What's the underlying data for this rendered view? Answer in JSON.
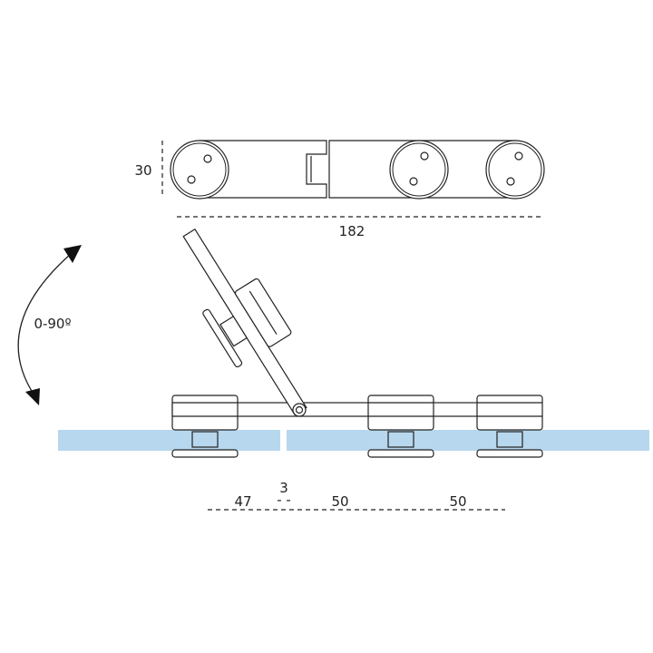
{
  "top_view": {
    "height_dim": "30",
    "length_dim": "182"
  },
  "side_view": {
    "angle_label": "0-90º",
    "glass_color": "#b7d7ee",
    "dims": {
      "first": "47",
      "gap": "3",
      "gap_marker": "- -",
      "second": "50",
      "third": "50"
    }
  }
}
